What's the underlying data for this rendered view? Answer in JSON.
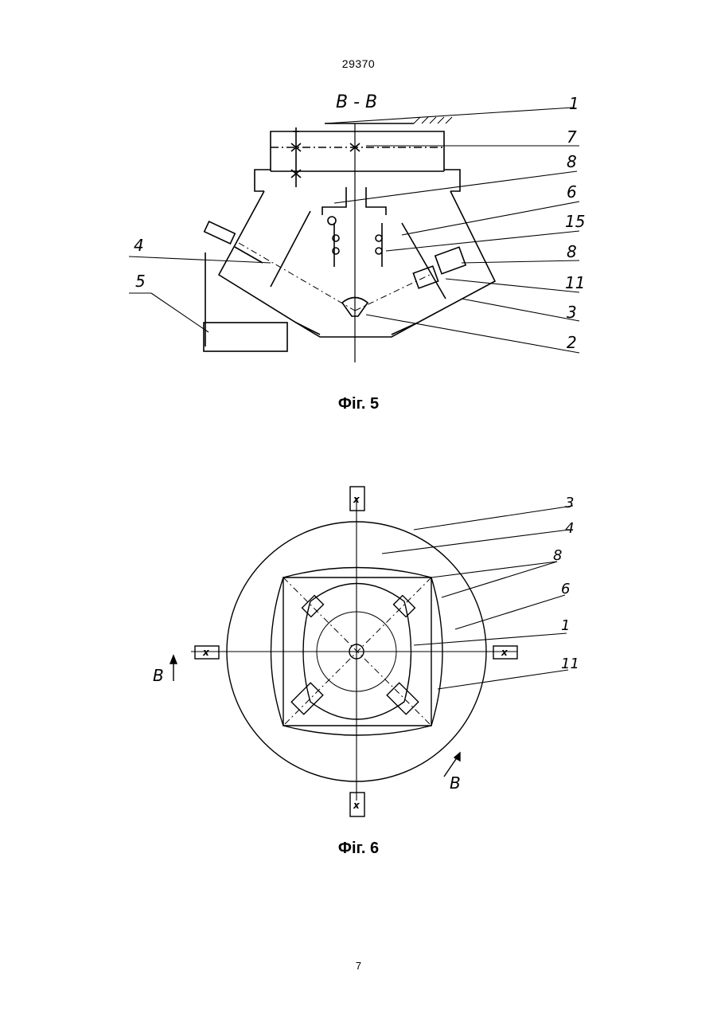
{
  "header": {
    "doc_number": "29370"
  },
  "footer": {
    "page_number": "7"
  },
  "fig5": {
    "caption": "Фіг. 5",
    "section_label": "B - B",
    "callouts": [
      "1",
      "7",
      "8",
      "6",
      "15",
      "8",
      "11",
      "3",
      "2",
      "4",
      "5"
    ]
  },
  "fig6": {
    "caption": "Фіг. 6",
    "callouts": [
      "3",
      "4",
      "8",
      "6",
      "1",
      "11"
    ],
    "section_marker_left": "B",
    "section_marker_right": "B"
  }
}
